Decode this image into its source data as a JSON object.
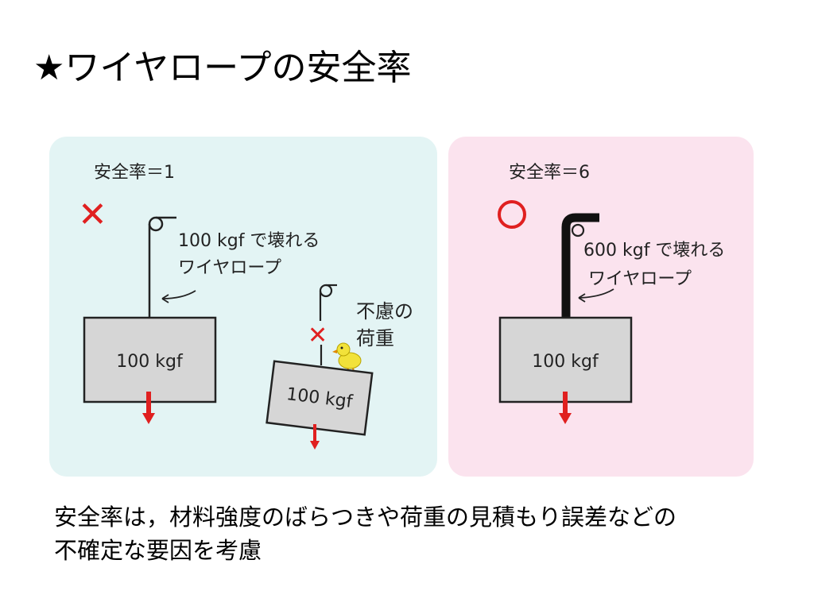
{
  "slide": {
    "title": "★ワイヤロープの安全率",
    "caption_line1": "安全率は，材料強度のばらつきや荷重の見積もり誤差などの",
    "caption_line2": "不確定な要因を考慮"
  },
  "left_panel": {
    "heading": "安全率＝1",
    "verdict_mark": "✕",
    "rope_label_line1": "100 kgf で壊れる",
    "rope_label_line2": "ワイヤロープ",
    "box_label": "100 kgf",
    "tilted_box_label": "100 kgf",
    "unexpected_line1": "不慮の",
    "unexpected_line2": "荷重",
    "break_mark": "✕"
  },
  "right_panel": {
    "heading": "安全率＝6",
    "verdict_mark": "○",
    "rope_label_line1": "600 kgf で壊れる",
    "rope_label_line2": "ワイヤロープ",
    "box_label": "100 kgf"
  },
  "colors": {
    "left_panel_bg": "#e3f4f4",
    "right_panel_bg": "#fbe3ee",
    "mark_red": "#e02020",
    "box_fill": "#d6d6d6",
    "chick_yellow": "#f2e23a"
  }
}
